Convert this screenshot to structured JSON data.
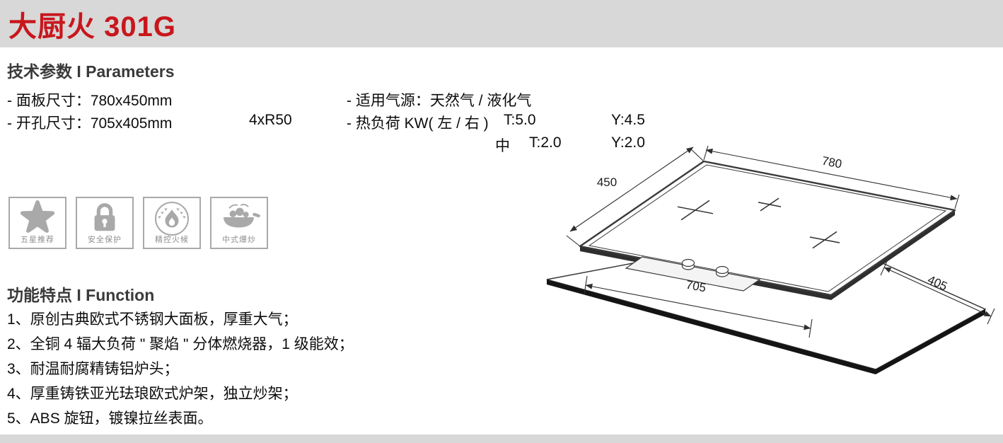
{
  "page": {
    "title": "大厨火 301G"
  },
  "parameters": {
    "heading": "技术参数 I Parameters",
    "panel_size": "- 面板尺寸：780x450mm",
    "cutout_size": "- 开孔尺寸：705x405mm",
    "cutout_corner": "4xR50",
    "gas_source": "- 适用气源：天然气 / 液化气",
    "heat_load_label": "- 热负荷 KW( 左 / 右 )",
    "heat_load_t": "T:5.0",
    "heat_load_y": "Y:4.5",
    "heat_mid_label": "中",
    "heat_mid_t": "T:2.0",
    "heat_mid_y": "Y:2.0"
  },
  "badges": [
    {
      "icon": "star-icon",
      "label": "五星推荐"
    },
    {
      "icon": "lock-icon",
      "label": "安全保护"
    },
    {
      "icon": "flame-icon",
      "label": "精控火候"
    },
    {
      "icon": "wok-icon",
      "label": "中式爆炒"
    }
  ],
  "function": {
    "heading": "功能特点 I Function",
    "items": [
      "1、原创古典欧式不锈钢大面板，厚重大气；",
      "2、全铜 4 辐大负荷 \" 聚焰 \" 分体燃烧器，1 级能效；",
      "3、耐温耐腐精铸铝炉头；",
      "4、厚重铸铁亚光珐琅欧式炉架，独立炒架；",
      "5、ABS 旋钮，镀镍拉丝表面。"
    ]
  },
  "diagram": {
    "dim_top_width": "780",
    "dim_left_depth": "450",
    "dim_cutout_width": "705",
    "dim_cutout_depth": "405"
  },
  "colors": {
    "accent_red": "#c8161d",
    "bar_gray": "#d8d8d8",
    "icon_gray": "#a9a9a9",
    "line_dark": "#2f2f2f"
  }
}
